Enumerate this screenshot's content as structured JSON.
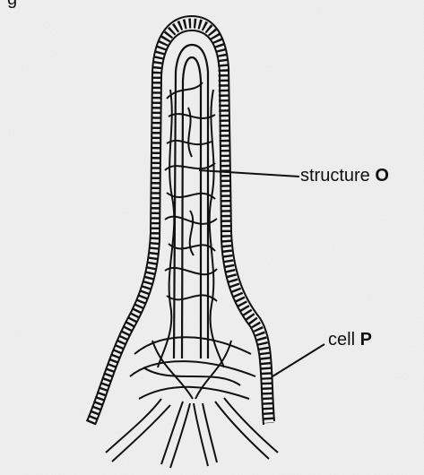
{
  "top_text": "g",
  "labels": {
    "structure_o": {
      "text": "structure ",
      "letter": "O"
    },
    "cell_p": {
      "text": "cell ",
      "letter": "P"
    }
  }
}
